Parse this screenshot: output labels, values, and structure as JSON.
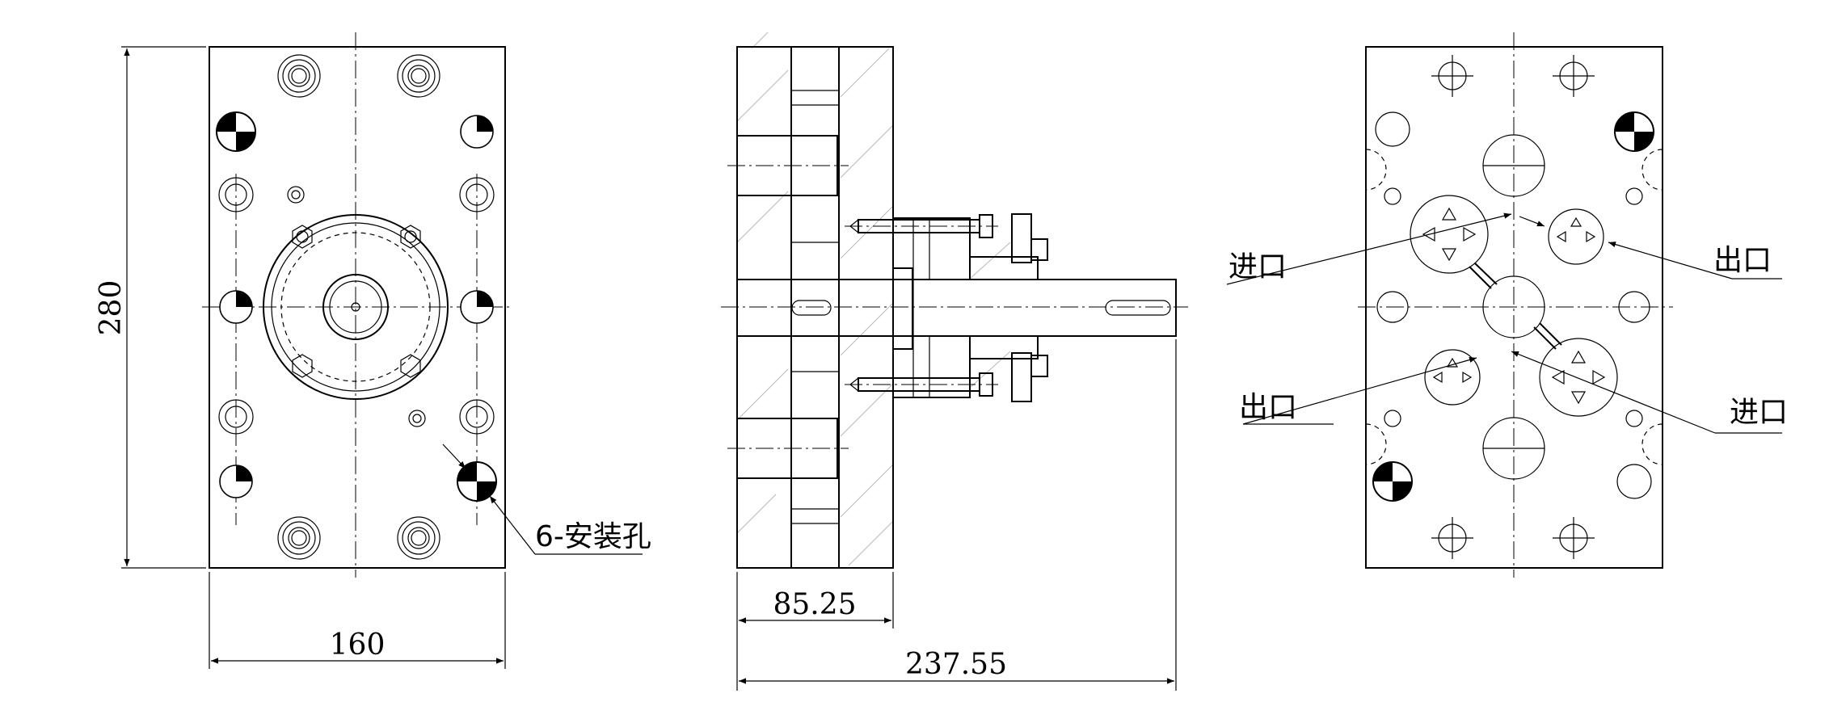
{
  "front_view": {
    "dimensions": {
      "height": "280",
      "width": "160"
    },
    "callout": "6-安装孔"
  },
  "side_view": {
    "dimensions": {
      "short_length": "85.25",
      "total_length": "237.55"
    }
  },
  "rear_view": {
    "labels": {
      "inlet_upper": "进口",
      "outlet_upper": "出口",
      "outlet_lower": "出口",
      "inlet_lower": "进口"
    }
  }
}
